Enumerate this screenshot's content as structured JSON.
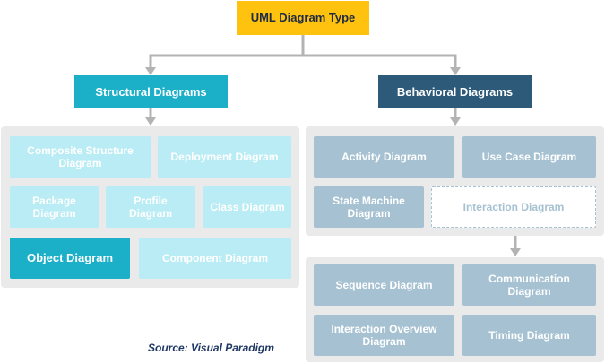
{
  "root": {
    "label": "UML Diagram Type"
  },
  "structural": {
    "label": "Structural Diagrams",
    "items": {
      "composite_structure": "Composite Structure Diagram",
      "deployment": "Deployment Diagram",
      "package": "Package Diagram",
      "profile": "Profile Diagram",
      "class": "Class Diagram",
      "object": "Object Diagram",
      "component": "Component Diagram"
    }
  },
  "behavioral": {
    "label": "Behavioral Diagrams",
    "items": {
      "activity": "Activity Diagram",
      "use_case": "Use Case Diagram",
      "state_machine": "State Machine Diagram",
      "interaction": "Interaction Diagram"
    },
    "interaction_items": {
      "sequence": "Sequence Diagram",
      "communication": "Communication Diagram",
      "interaction_overview": "Interaction Overview Diagram",
      "timing": "Timing Diagram"
    }
  },
  "source": "Source: Visual Paradigm",
  "colors": {
    "root": "#ffc20e",
    "structural": "#1cb0c8",
    "structural_light": "#b9ecf4",
    "behavioral": "#2c5a78",
    "behavioral_light": "#a6c1d2",
    "connector": "#b3b3b3",
    "panel": "#eaeaea"
  }
}
